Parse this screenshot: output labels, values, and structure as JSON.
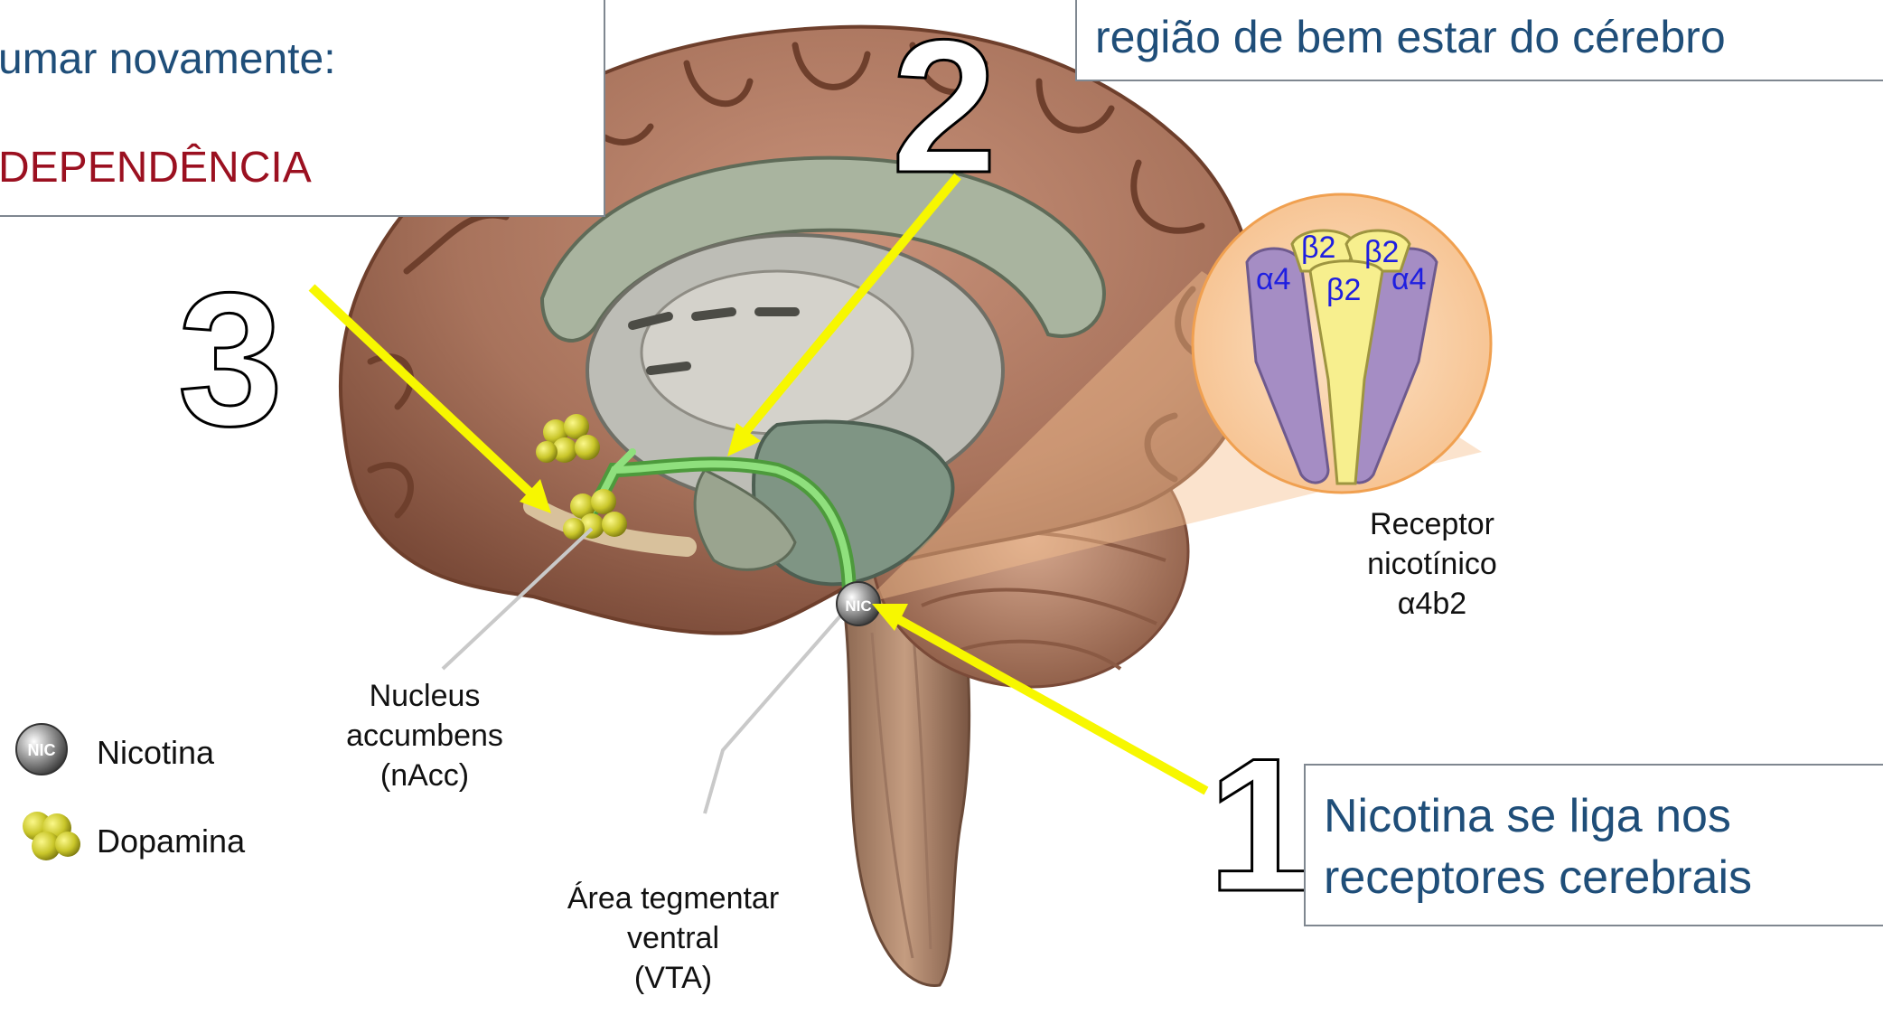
{
  "callouts": {
    "top_left_line1": "umar novamente:",
    "top_left_line2": "DEPENDÊNCIA",
    "top_right": "região de bem estar do cérebro",
    "bottom_right_line1": "Nicotina se liga nos",
    "bottom_right_line2": "receptores cerebrais"
  },
  "step_numbers": {
    "one": "1",
    "two": "2",
    "three": "3"
  },
  "labels": {
    "nacc_line1": "Nucleus",
    "nacc_line2": "accumbens",
    "nacc_line3": "(nAcc)",
    "vta_line1": "Área tegmentar",
    "vta_line2": "ventral",
    "vta_line3": "(VTA)",
    "receptor_line1": "Receptor",
    "receptor_line2": "nicotínico",
    "receptor_line3": "α4b2"
  },
  "receptor_subunits": {
    "alpha_left": "α4",
    "alpha_right": "α4",
    "beta_top_left": "β2",
    "beta_top_right": "β2",
    "beta_center": "β2"
  },
  "legend": {
    "nicotine_icon_text": "NIC",
    "nicotine_label": "Nicotina",
    "dopamine_label": "Dopamina",
    "nic_marker_text": "NIC"
  },
  "colors": {
    "arrow": "#f7f700",
    "callout_text": "#1f4e79",
    "dependence_text": "#9b1020",
    "pathway": "#7bd46b",
    "dopamine": "#c9c62a",
    "receptor_alpha": "#a58dc4",
    "receptor_beta": "#f7ef8e",
    "subunit_text": "#1f1fe0"
  }
}
